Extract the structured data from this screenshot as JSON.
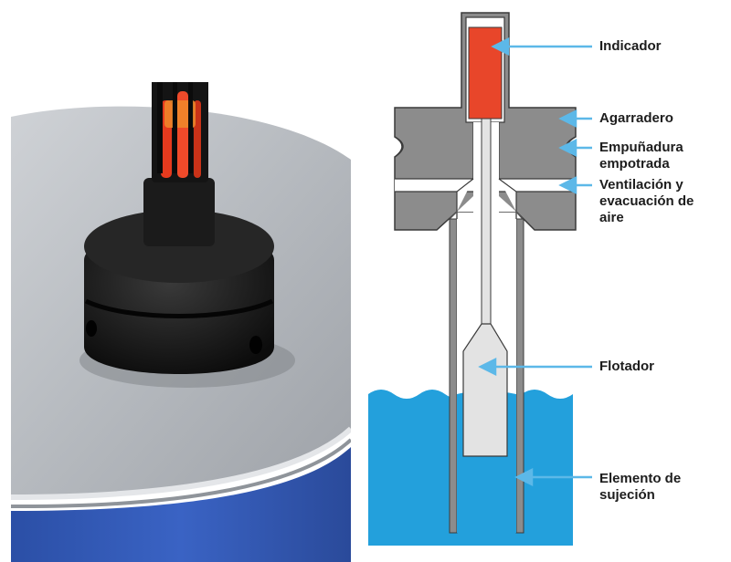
{
  "colors": {
    "accent": "#5cb8e8",
    "indicator": "#e8462a",
    "housing": "#8c8c8c",
    "float": "#e3e3e3",
    "liquid": "#23a0dc",
    "drum_blue": "#2e57b4"
  },
  "photo": {
    "subject": "drum-vent-indicator-photo"
  },
  "labels": {
    "indicador": [
      "Indicador"
    ],
    "agarradero": [
      "Agarradero"
    ],
    "empunadura": [
      "Empuñadura",
      "empotrada"
    ],
    "ventilacion": [
      "Ventilación y",
      "evacuación de",
      "aire"
    ],
    "flotador": [
      "Flotador"
    ],
    "elemento": [
      "Elemento de",
      "sujeción"
    ]
  }
}
